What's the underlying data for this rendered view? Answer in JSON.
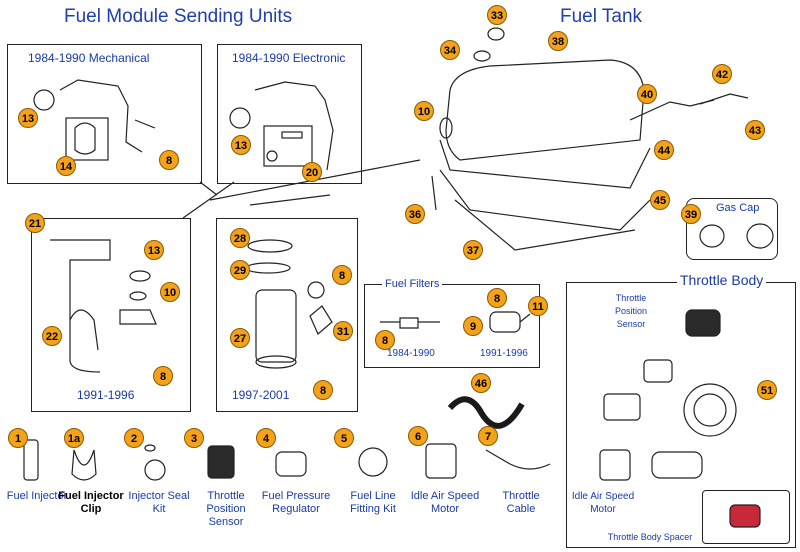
{
  "titles": {
    "sending_units": "Fuel Module Sending Units",
    "fuel_tank": "Fuel Tank",
    "gas_cap": "Gas Cap",
    "throttle_body": "Throttle Body",
    "fuel_filters": "Fuel Filters"
  },
  "boxes": {
    "mechanical": "1984-1990 Mechanical",
    "electronic": "1984-1990 Electronic",
    "y1991": "1991-1996",
    "y1997": "1997-2001",
    "filter_a": "1984-1990",
    "filter_b": "1991-1996"
  },
  "throttle": {
    "position_sensor": "Throttle Position Sensor",
    "idle_air": "Idle Air Speed Motor",
    "spacer": "Throttle Body Spacer"
  },
  "bottom_parts": [
    {
      "num": "1",
      "label": "Fuel Injector"
    },
    {
      "num": "1a",
      "label": "Fuel Injector Clip"
    },
    {
      "num": "2",
      "label": "Injector Seal Kit"
    },
    {
      "num": "3",
      "label": "Throttle Position Sensor"
    },
    {
      "num": "4",
      "label": "Fuel Pressure Regulator"
    },
    {
      "num": "5",
      "label": "Fuel Line Fitting Kit"
    },
    {
      "num": "6",
      "label": "Idle Air Speed Motor"
    },
    {
      "num": "7",
      "label": "Throttle Cable"
    }
  ],
  "badges": [
    "33",
    "34",
    "38",
    "10",
    "40",
    "42",
    "43",
    "44",
    "36",
    "45",
    "37",
    "39",
    "13",
    "14",
    "8",
    "20",
    "21",
    "28",
    "29",
    "31",
    "27",
    "22",
    "11",
    "9",
    "46",
    "51"
  ],
  "colors": {
    "title": "#1f3fae",
    "badge": "#f3a21a",
    "label": "#1a3aa8"
  }
}
